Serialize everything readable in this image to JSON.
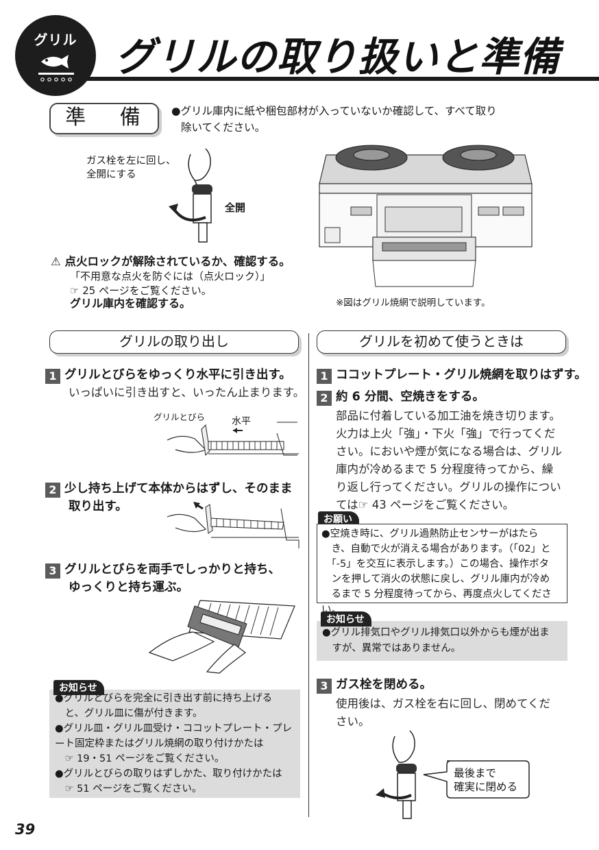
{
  "header": {
    "badge_label": "グリル",
    "title": "グリルの取り扱いと準備"
  },
  "prep": {
    "label": "準 備",
    "bullet_line1": "●グリル庫内に紙や梱包部材が入っていないか確認して、すべて取り",
    "bullet_line2": "除いてください。",
    "gas_instruction_line1": "ガス栓を左に回し、",
    "gas_instruction_line2": "全開にする",
    "full_open": "全開",
    "warn_heading": "点火ロックが解除されているか、確認する。",
    "warn_line2": "「不用意な点火を防ぐには（点火ロック）」",
    "warn_line3": "☞ 25 ページをご覧ください。",
    "warn_line4": "グリル庫内を確認する。",
    "stove_caption": "※図はグリル焼網で説明しています。"
  },
  "left": {
    "section_title": "グリルの取り出し",
    "step1_num": "1",
    "step1_title": "グリルとびらをゆっくり水平に引き出す。",
    "step1_body": "いっぱいに引き出すと、いったん止まります。",
    "fig1_label_door": "グリルとびら",
    "fig1_label_level": "水平",
    "step2_num": "2",
    "step2_line1": "少し持ち上げて本体からはずし、そのまま",
    "step2_line2": "取り出す。",
    "step3_num": "3",
    "step3_line1": "グリルとびらを両手でしっかりと持ち、",
    "step3_line2": "ゆっくりと持ち運ぶ。",
    "notice_tag": "お知らせ",
    "notice_lines": [
      "●グリルとびらを完全に引き出す前に持ち上げる",
      "　と、グリル皿に傷が付きます。",
      "●グリル皿・グリル皿受け・ココットプレート・プレー",
      "　ト固定枠またはグリル焼網の取り付けかたは",
      "　☞ 19・51 ページをご覧ください。",
      "●グリルとびらの取りはずしかた、取り付けかたは",
      "　☞ 51 ページをご覧ください。"
    ]
  },
  "right": {
    "section_title": "グリルを初めて使うときは",
    "step1_num": "1",
    "step1_title": "ココットプレート・グリル焼網を取りはずす。",
    "step2_num": "2",
    "step2_title": "約 6 分間、空焼きをする。",
    "step2_body": [
      "部品に付着している加工油を焼き切ります。",
      "火力は上火「強」・下火「強」で行ってくだ",
      "さい。においや煙が気になる場合は、グリル",
      "庫内が冷めるまで 5 分程度待ってから、繰",
      "り返し行ってください。グリルの操作につい",
      "ては☞ 43 ページをご覧ください。"
    ],
    "onegai_tag": "お願い",
    "onegai_lines": [
      "●空焼き時に、グリル過熱防止センサーがはたら",
      "　き、自動で火が消える場合があります。（「02」と",
      "　「-5」を交互に表示します。）この場合、操作ボタ",
      "　ンを押して消火の状態に戻し、グリル庫内が冷め",
      "　るまで 5 分程度待ってから、再度点火してください。"
    ],
    "notice_tag": "お知らせ",
    "notice_lines": [
      "●グリル排気口やグリル排気口以外からも煙が出ま",
      "　すが、異常ではありません。"
    ],
    "step3_num": "3",
    "step3_title": "ガス栓を閉める。",
    "step3_body": [
      "使用後は、ガス栓を右に回し、閉めてくだ",
      "さい。"
    ],
    "callout_line1": "最後まで",
    "callout_line2": "確実に閉める"
  },
  "footer": {
    "page_number": "39"
  }
}
